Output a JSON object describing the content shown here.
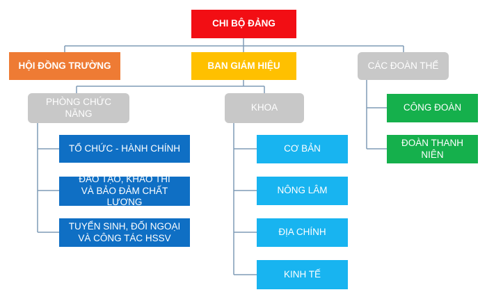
{
  "nodes": {
    "root": "CHI BỘ ĐẢNG",
    "council": "HỘI ĐỒNG TRƯỜNG",
    "board": "BAN GIÁM HIỆU",
    "unions": "CÁC ĐOÀN THỂ",
    "departments": "PHÒNG CHỨC NĂNG",
    "faculty": "KHOA",
    "dept_admin": "TỔ CHỨC - HÀNH CHÍNH",
    "dept_training": "ĐÀO TẠO, KHẢO THÍ\nVÀ BẢO ĐẢM CHẤT LƯỢNG",
    "dept_admissions": "TUYỂN SINH, ĐỐI NGOẠI\nVÀ CÔNG TÁC HSSV",
    "fac_basic": "CƠ BẢN",
    "fac_agri": "NÔNG LÂM",
    "fac_land": "ĐỊA CHÍNH",
    "fac_econ": "KINH TẾ",
    "union_trade": "CÔNG ĐOÀN",
    "union_youth": "ĐOÀN THANH NIÊN"
  },
  "colors": {
    "root": "#f20e14",
    "council": "#ee7b34",
    "board": "#ffc000",
    "group": "#c8c8c8",
    "departments": "#0f6fc4",
    "faculty": "#18b4f0",
    "unions": "#15b04c",
    "connector": "#7f9bb5"
  }
}
